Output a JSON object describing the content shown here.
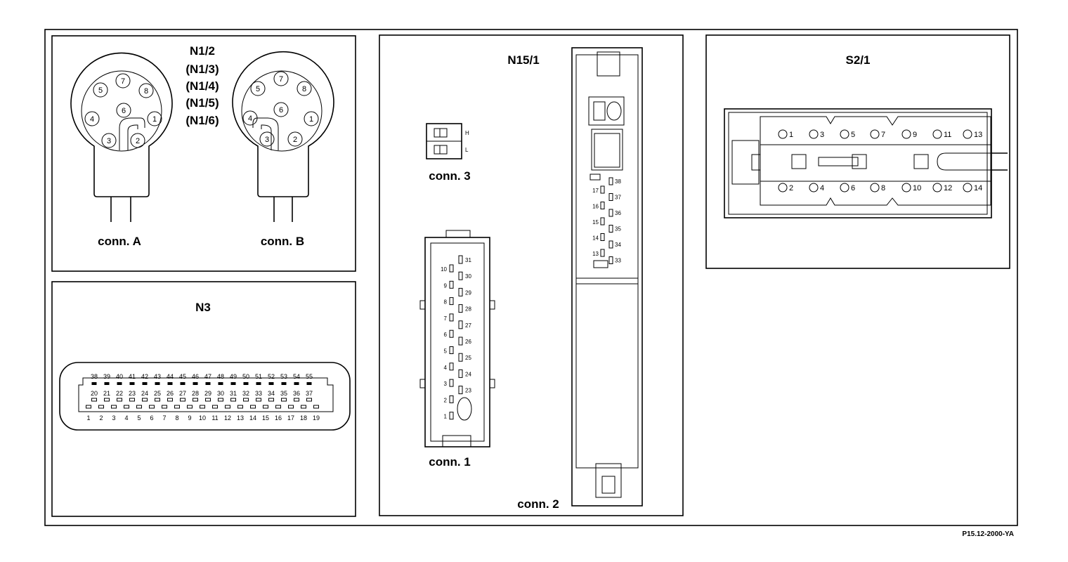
{
  "panels": {
    "n1": {
      "title_lines": [
        "N1/2",
        "(N1/3)",
        "(N1/4)",
        "(N1/5)",
        "(N1/6)"
      ],
      "conn_a_label": "conn. A",
      "conn_b_label": "conn. B",
      "pins": [
        "1",
        "2",
        "3",
        "4",
        "5",
        "6",
        "7",
        "8"
      ]
    },
    "n3": {
      "title": "N3",
      "row_top": [
        "38",
        "39",
        "40",
        "41",
        "42",
        "43",
        "44",
        "45",
        "46",
        "47",
        "48",
        "49",
        "50",
        "51",
        "52",
        "53",
        "54",
        "55"
      ],
      "row_mid": [
        "20",
        "21",
        "22",
        "23",
        "24",
        "25",
        "26",
        "27",
        "28",
        "29",
        "30",
        "31",
        "32",
        "33",
        "34",
        "35",
        "36",
        "37"
      ],
      "row_bot": [
        "1",
        "2",
        "3",
        "4",
        "5",
        "6",
        "7",
        "8",
        "9",
        "10",
        "11",
        "12",
        "13",
        "14",
        "15",
        "16",
        "17",
        "18",
        "19"
      ]
    },
    "n15": {
      "title": "N15/1",
      "conn1_label": "conn. 1",
      "conn2_label": "conn. 2",
      "conn3_label": "conn. 3",
      "conn3_pins": [
        "H",
        "L"
      ],
      "conn1_left": [
        "10",
        "9",
        "8",
        "7",
        "6",
        "5",
        "4",
        "3",
        "2",
        "1"
      ],
      "conn1_right": [
        "31",
        "30",
        "29",
        "28",
        "27",
        "26",
        "25",
        "24",
        "23"
      ],
      "conn2_left": [
        "17",
        "16",
        "15",
        "14",
        "13"
      ],
      "conn2_right": [
        "38",
        "37",
        "36",
        "35",
        "34",
        "33"
      ]
    },
    "s2": {
      "title": "S2/1",
      "odd_pins": [
        "1",
        "3",
        "5",
        "7",
        "9",
        "11",
        "13"
      ],
      "even_pins": [
        "2",
        "4",
        "6",
        "8",
        "10",
        "12",
        "14"
      ]
    }
  },
  "reference_code": "P15.12-2000-YA"
}
